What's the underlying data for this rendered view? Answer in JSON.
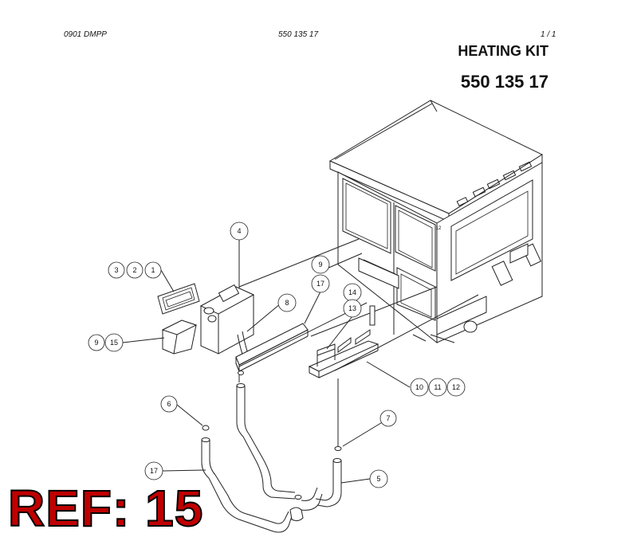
{
  "header": {
    "doc_code": "0901 DMPP",
    "part_number": "550 135 17",
    "page": "1 /   1"
  },
  "title": "HEATING KIT",
  "part_number_large": "550 135 17",
  "callouts": {
    "c1": "1",
    "c2": "2",
    "c3": "3",
    "c4": "4",
    "c5": "5",
    "c6": "6",
    "c7": "7",
    "c8": "8",
    "c9a": "9",
    "c9b": "9",
    "c10": "10",
    "c11": "11",
    "c12": "12",
    "c13": "13",
    "c14": "14",
    "c15": "15",
    "c17a": "17",
    "c17b": "17"
  },
  "ref_label": "REF: 15"
}
